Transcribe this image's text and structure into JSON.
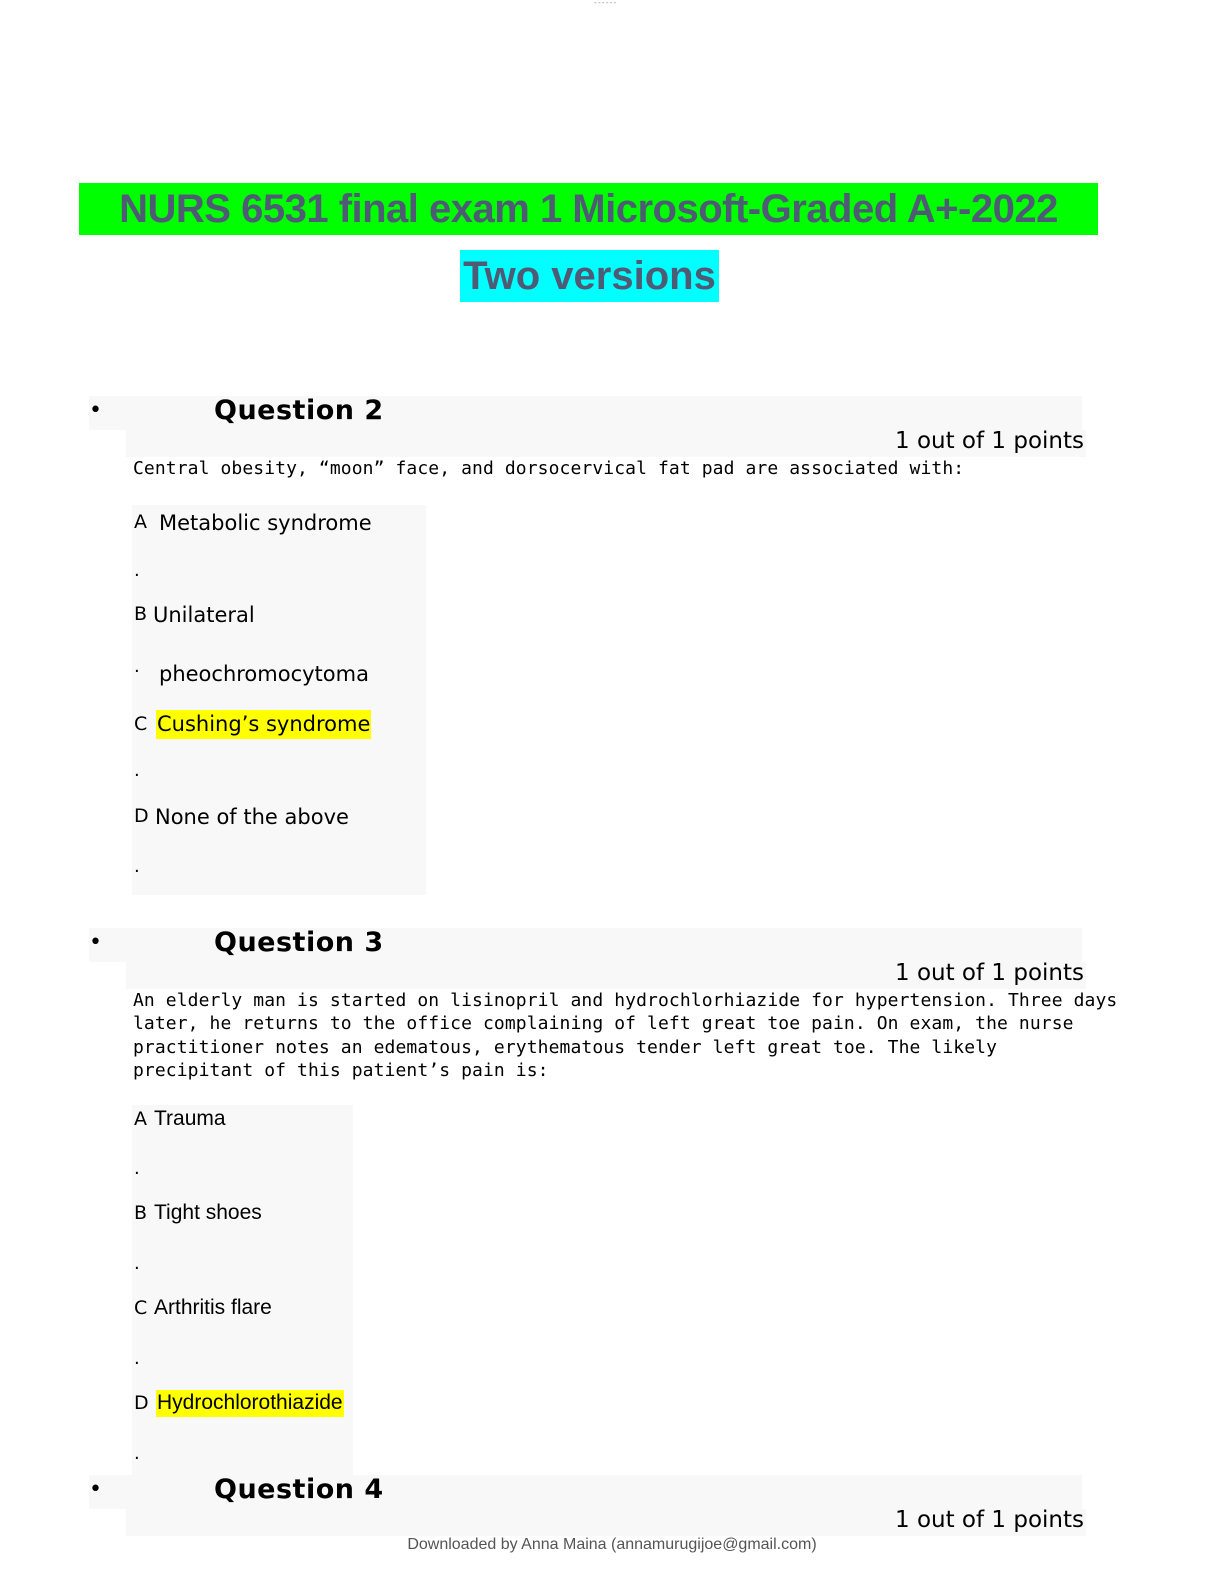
{
  "top_mark": "------",
  "title": {
    "line1": "NURS 6531 final exam 1 Microsoft-Graded A+-2022",
    "line2": "Two versions",
    "line1_bg": "#00ff00",
    "line2_bg": "#00ffff",
    "color": "#4f5b75"
  },
  "highlight_color": "#ffff00",
  "bullet": "•",
  "dot": ".",
  "questions": [
    {
      "heading": "Question 2",
      "points": "1 out of 1 points",
      "text_lines": [
        "Central obesity, “moon” face, and dorsocervical fat pad are associated with:"
      ],
      "answers": [
        {
          "letter": "A",
          "text": "Metabolic syndrome"
        },
        {
          "letter": "B",
          "text": "Unilateral",
          "text2": "pheochromocytoma"
        },
        {
          "letter": "C",
          "text": "Cushing’s syndrome",
          "correct": true
        },
        {
          "letter": "D",
          "text": "None of the above"
        }
      ]
    },
    {
      "heading": "Question 3",
      "points": "1 out of 1 points",
      "text_lines": [
        "An elderly man is started on lisinopril and hydrochlorhiazide for hypertension. Three days",
        "later, he returns to the office complaining of left great toe pain. On exam, the nurse",
        "practitioner notes an edematous, erythematous tender left great toe. The likely",
        "precipitant of this patient’s pain is:"
      ],
      "answers": [
        {
          "letter": "A",
          "text": "Trauma"
        },
        {
          "letter": "B",
          "text": "Tight shoes"
        },
        {
          "letter": "C",
          "text": "Arthritis flare"
        },
        {
          "letter": "D",
          "text": "Hydrochlorothiazide",
          "correct": true
        }
      ]
    },
    {
      "heading": "Question 4",
      "points": "1 out of 1 points"
    }
  ],
  "footer": "Downloaded by Anna Maina (annamurugijoe@gmail.com)"
}
